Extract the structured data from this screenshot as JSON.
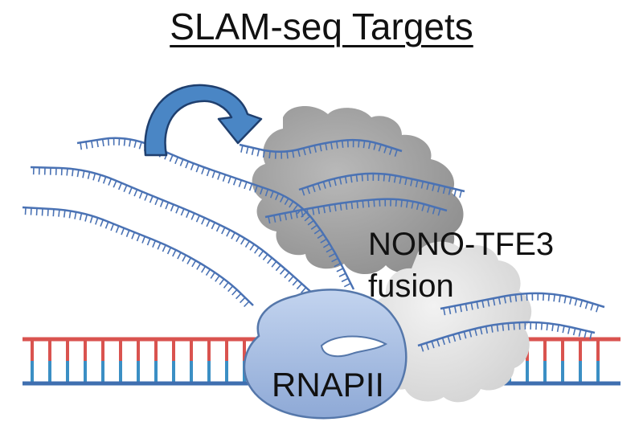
{
  "title": "SLAM-seq Targets",
  "fusion_label": {
    "line1": "NONO-TFE3",
    "line2": "fusion"
  },
  "polymerase_label": "RNAPII",
  "colors": {
    "dna_top_strand": "#d9534f",
    "dna_bottom_strand": "#3b8fc4",
    "dna_backbone": "#3f6fb0",
    "rna_strand": "#4a72b4",
    "arrow": "#4a86c5",
    "arrow_outline": "#1f3f6e",
    "polymerase": "#a9c0e4",
    "polymerase_outline": "#5577aa",
    "fusion_protein_dark": "#a3a3a3",
    "fusion_protein_light": "#e3e3e3"
  },
  "icons": [
    "curved-arrow-icon",
    "rna-strand-icon",
    "dna-helix-icon",
    "protein-blob-icon",
    "polymerase-icon"
  ]
}
